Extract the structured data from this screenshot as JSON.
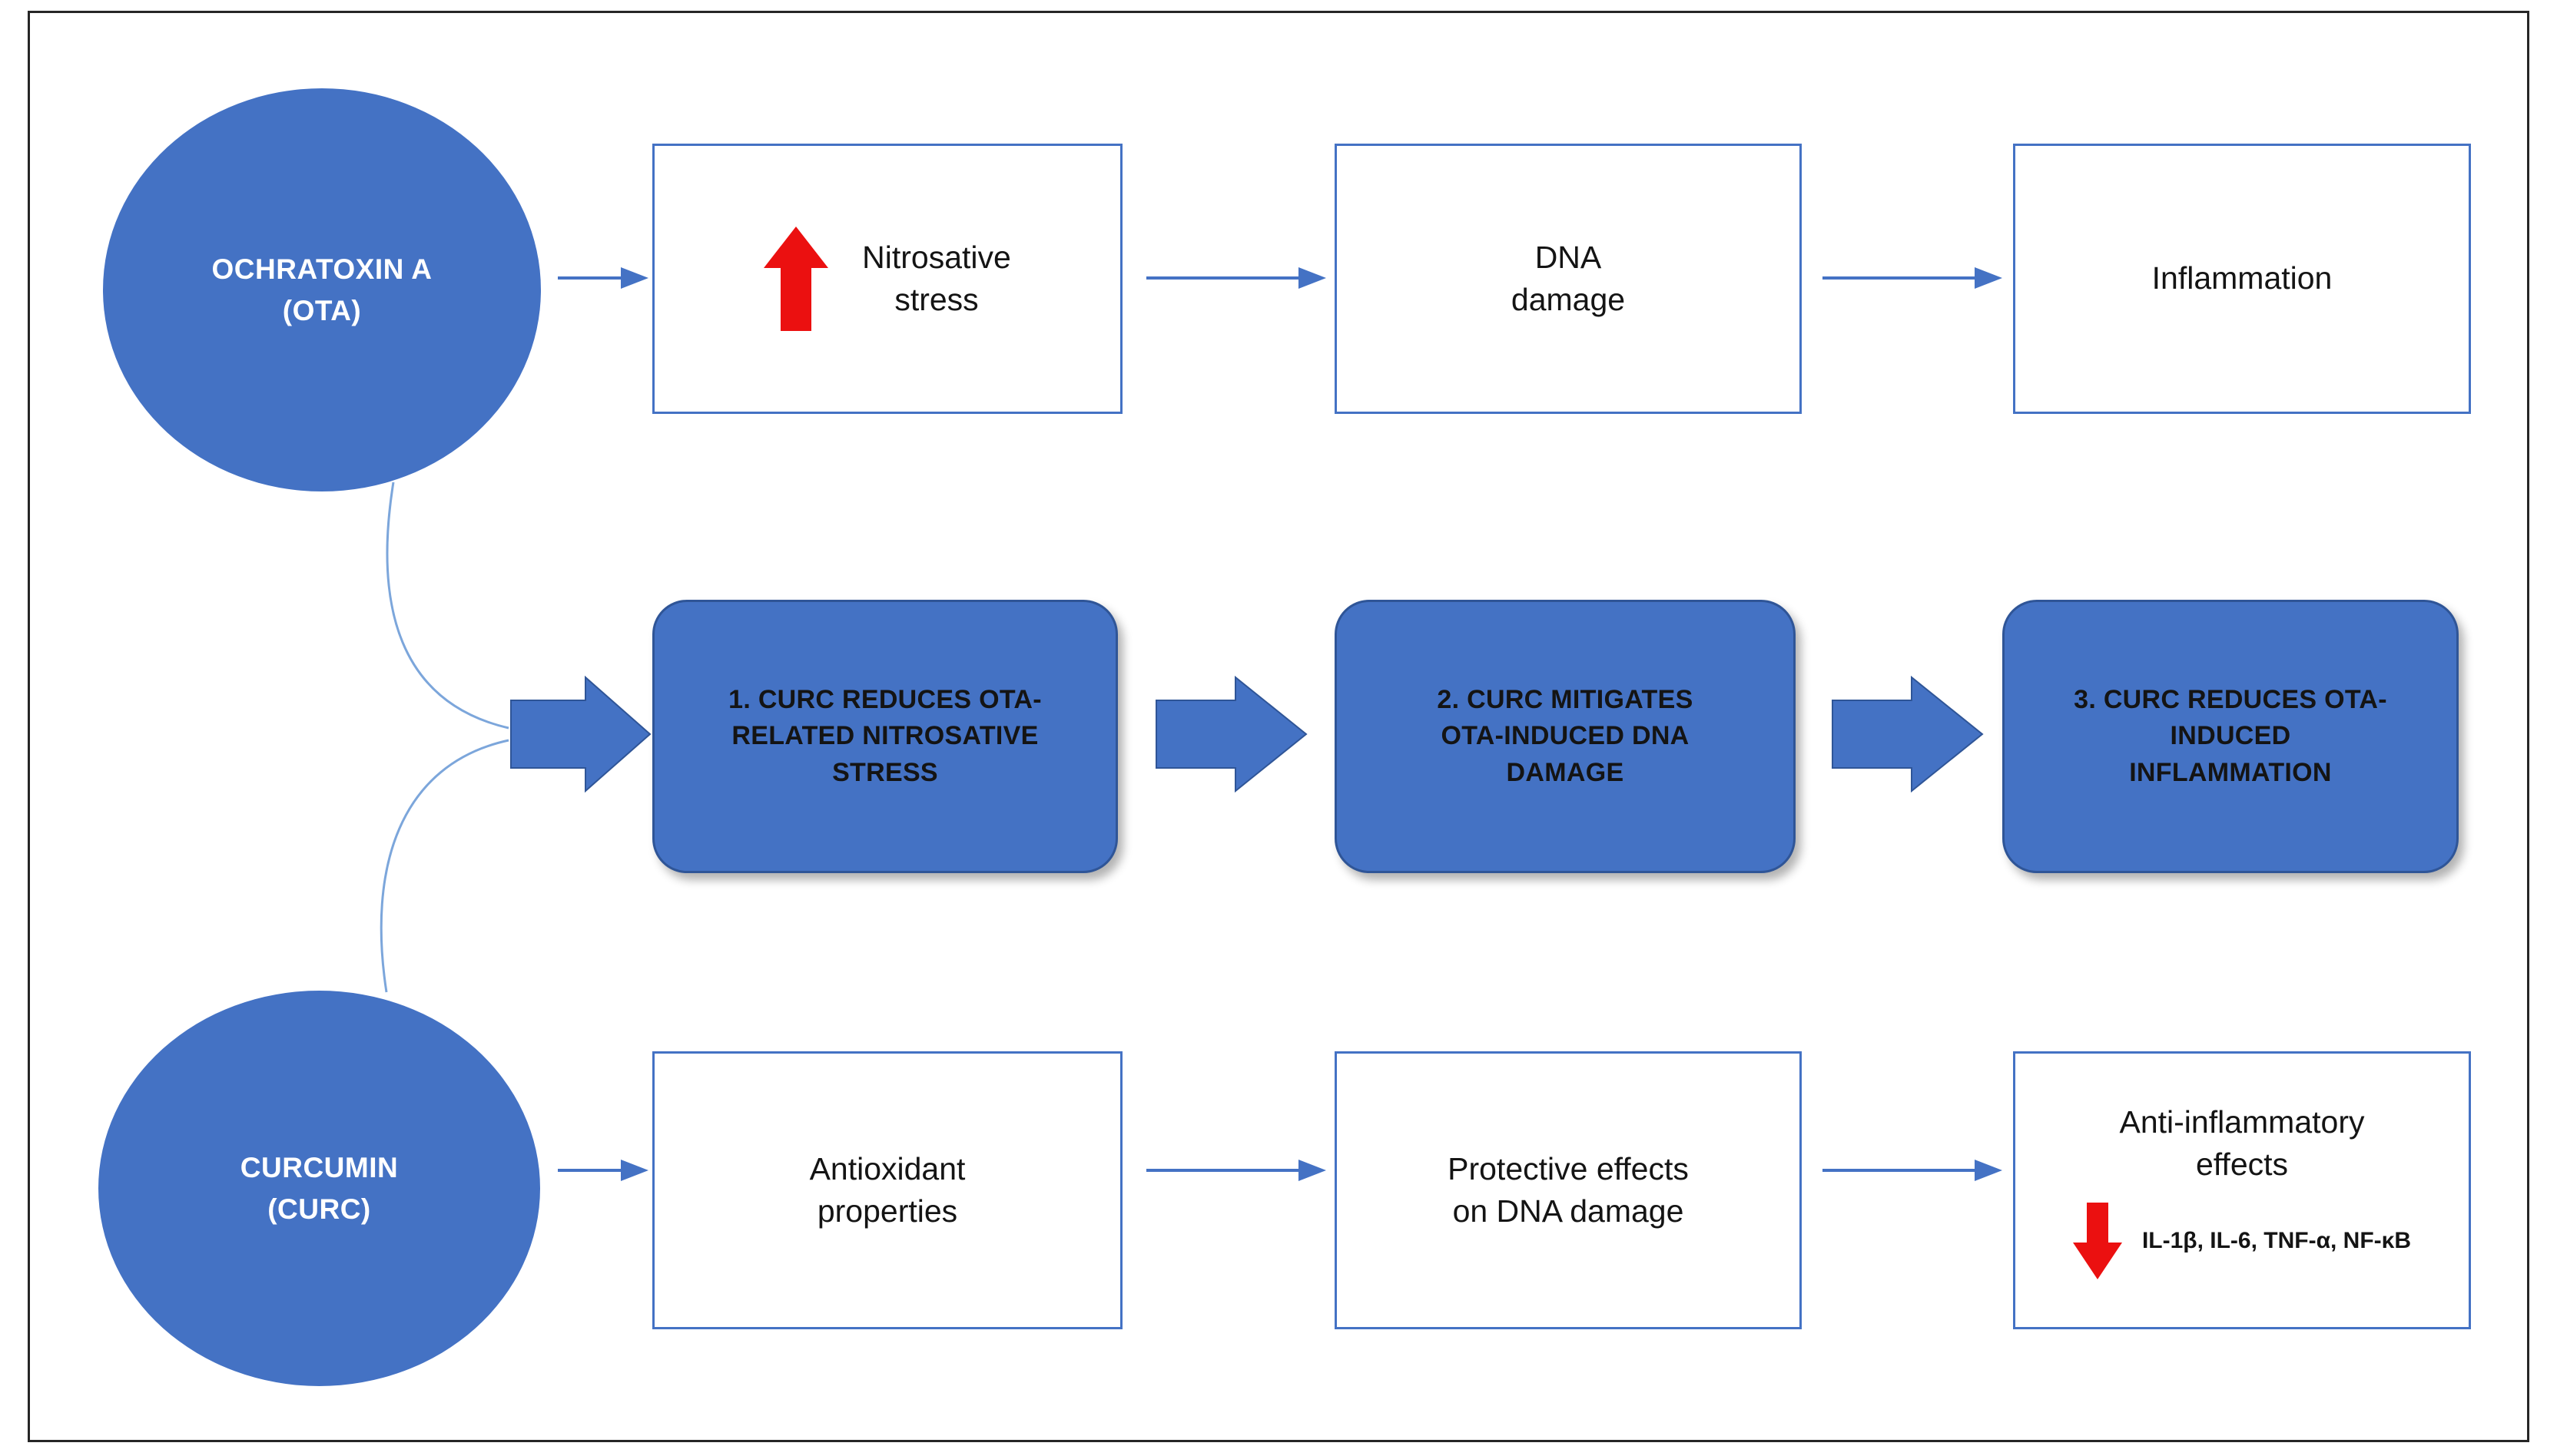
{
  "colors": {
    "blue_fill": "#4472C4",
    "blue_dark": "#2F5597",
    "box_border": "#4472C4",
    "arrow_blue": "#4472C4",
    "connector_blue": "#7CA6DB",
    "red": "#EB1010",
    "text_dark": "#141414",
    "text_light": "#FFFFFF",
    "frame": "#262626"
  },
  "nodes": {
    "ota": {
      "label": "OCHRATOXIN A\n(OTA)"
    },
    "curc": {
      "label": "CURCUMIN\n(CURC)"
    }
  },
  "top_row": [
    {
      "label": "Nitrosative\nstress",
      "icon": "red-up-arrow"
    },
    {
      "label": "DNA\ndamage"
    },
    {
      "label": "Inflammation"
    }
  ],
  "middle_row": [
    {
      "label": "1. CURC REDUCES OTA-\nRELATED NITROSATIVE\nSTRESS"
    },
    {
      "label": "2. CURC MITIGATES\nOTA-INDUCED DNA\nDAMAGE"
    },
    {
      "label": "3. CURC REDUCES OTA-\nINDUCED\nINFLAMMATION"
    }
  ],
  "bottom_row": [
    {
      "label": "Antioxidant\nproperties"
    },
    {
      "label": "Protective effects\non DNA damage"
    },
    {
      "label": "Anti-inflammatory\neffects",
      "sub_label": "IL-1β, IL-6, TNF-α, NF-κB",
      "icon": "red-down-arrow"
    }
  ]
}
